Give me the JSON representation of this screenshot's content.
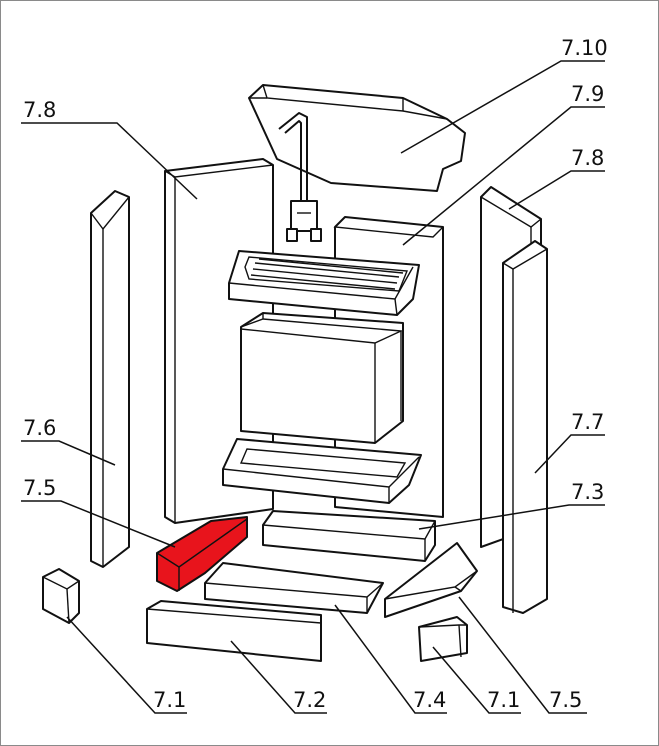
{
  "title": "Exploded view of firebox chamotte lining parts",
  "highlight_color": "#e8141c",
  "line_color": "#111111",
  "labels": {
    "part_7_10": "7.10",
    "part_7_9": "7.9",
    "part_7_8_left": "7.8",
    "part_7_8_right": "7.8",
    "part_7_6": "7.6",
    "part_7_7": "7.7",
    "part_7_5_left": "7.5",
    "part_7_5_right": "7.5",
    "part_7_3": "7.3",
    "part_7_1_left": "7.1",
    "part_7_1_right": "7.1",
    "part_7_2": "7.2",
    "part_7_4": "7.4"
  },
  "highlighted_part": "7.5"
}
